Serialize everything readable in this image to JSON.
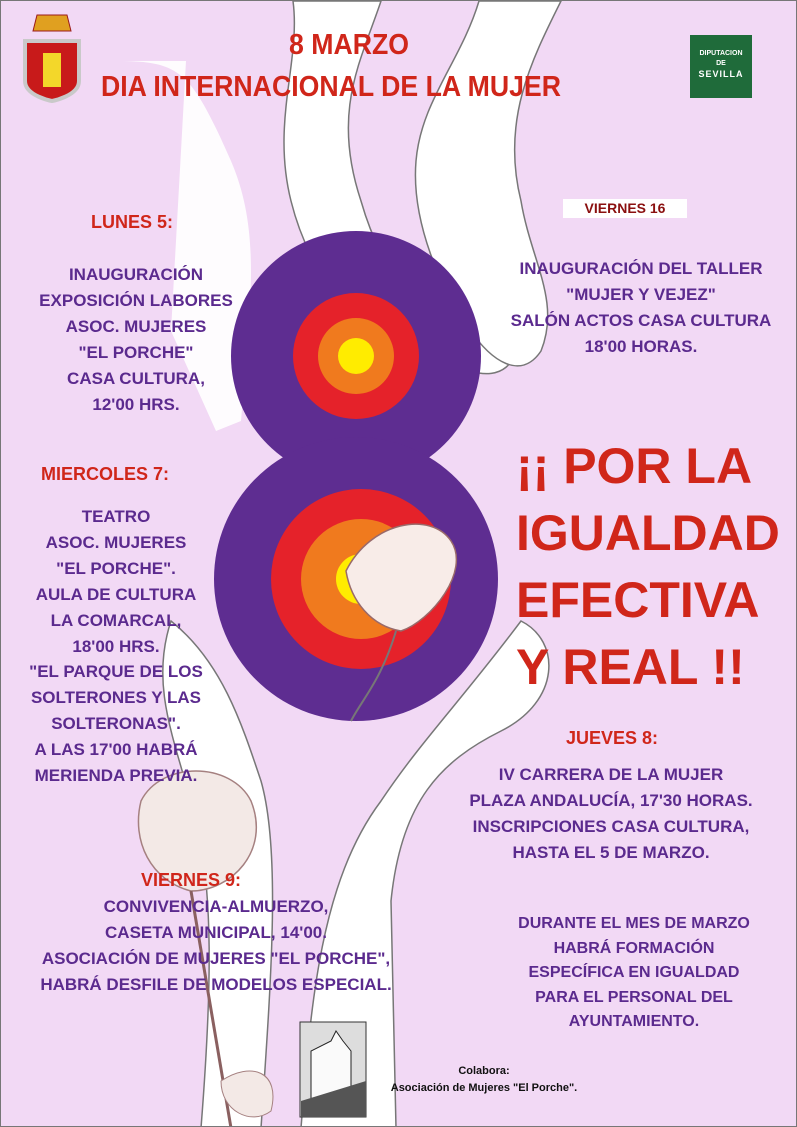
{
  "header": {
    "line1": "8 MARZO",
    "line2": "DIA INTERNACIONAL DE LA MUJER",
    "left_logo": "coat-of-arms",
    "right_logo_lines": [
      "DIPUTACION",
      "DE",
      "SEVILLA"
    ]
  },
  "lunes": {
    "heading": "LUNES 5:",
    "lines": [
      "INAUGURACIÓN",
      "EXPOSICIÓN LABORES",
      "ASOC. MUJERES",
      "\"EL PORCHE\"",
      "CASA CULTURA,",
      "12'00 HRS."
    ]
  },
  "viernes16": {
    "heading": "VIERNES 16",
    "lines": [
      "INAUGURACIÓN DEL TALLER",
      "\"MUJER Y VEJEZ\"",
      "SALÓN ACTOS CASA CULTURA",
      "18'00 HORAS."
    ]
  },
  "miercoles": {
    "heading": "MIERCOLES 7:",
    "lines": [
      "TEATRO",
      "ASOC. MUJERES",
      "\"EL PORCHE\".",
      "AULA DE CULTURA",
      "LA COMARCAL,",
      "18'00 HRS.",
      "\"EL PARQUE DE LOS",
      "SOLTERONES Y LAS",
      "SOLTERONAS\".",
      "A LAS 17'00 HABRÁ",
      "MERIENDA PREVIA."
    ]
  },
  "slogan": [
    "¡¡ POR LA",
    "IGUALDAD",
    "EFECTIVA",
    "Y REAL !!"
  ],
  "jueves": {
    "heading": "JUEVES 8:",
    "lines": [
      "IV CARRERA DE LA MUJER",
      "PLAZA ANDALUCÍA, 17'30 HORAS.",
      "INSCRIPCIONES CASA CULTURA,",
      "HASTA EL 5 DE MARZO."
    ]
  },
  "viernes9": {
    "heading": "VIERNES 9:",
    "lines": [
      "CONVIVENCIA-ALMUERZO,",
      "CASETA MUNICIPAL, 14'00.",
      "ASOCIACIÓN DE MUJERES \"EL PORCHE\",",
      "HABRÁ DESFILE DE MODELOS ESPECIAL."
    ]
  },
  "marzo": {
    "lines": [
      "DURANTE EL MES DE MARZO",
      "HABRÁ FORMACIÓN",
      "ESPECÍFICA EN IGUALDAD",
      "PARA EL PERSONAL DEL",
      "AYUNTAMIENTO."
    ]
  },
  "footer": {
    "label": "Colabora:",
    "org": "Asociación de Mujeres \"El Porche\"."
  },
  "colors": {
    "background": "#f2d9f5",
    "red": "#d0261a",
    "purple": "#5b2a8e",
    "violet": "#5e2d91",
    "orange": "#f07a1e",
    "yellow": "#ffec00"
  }
}
